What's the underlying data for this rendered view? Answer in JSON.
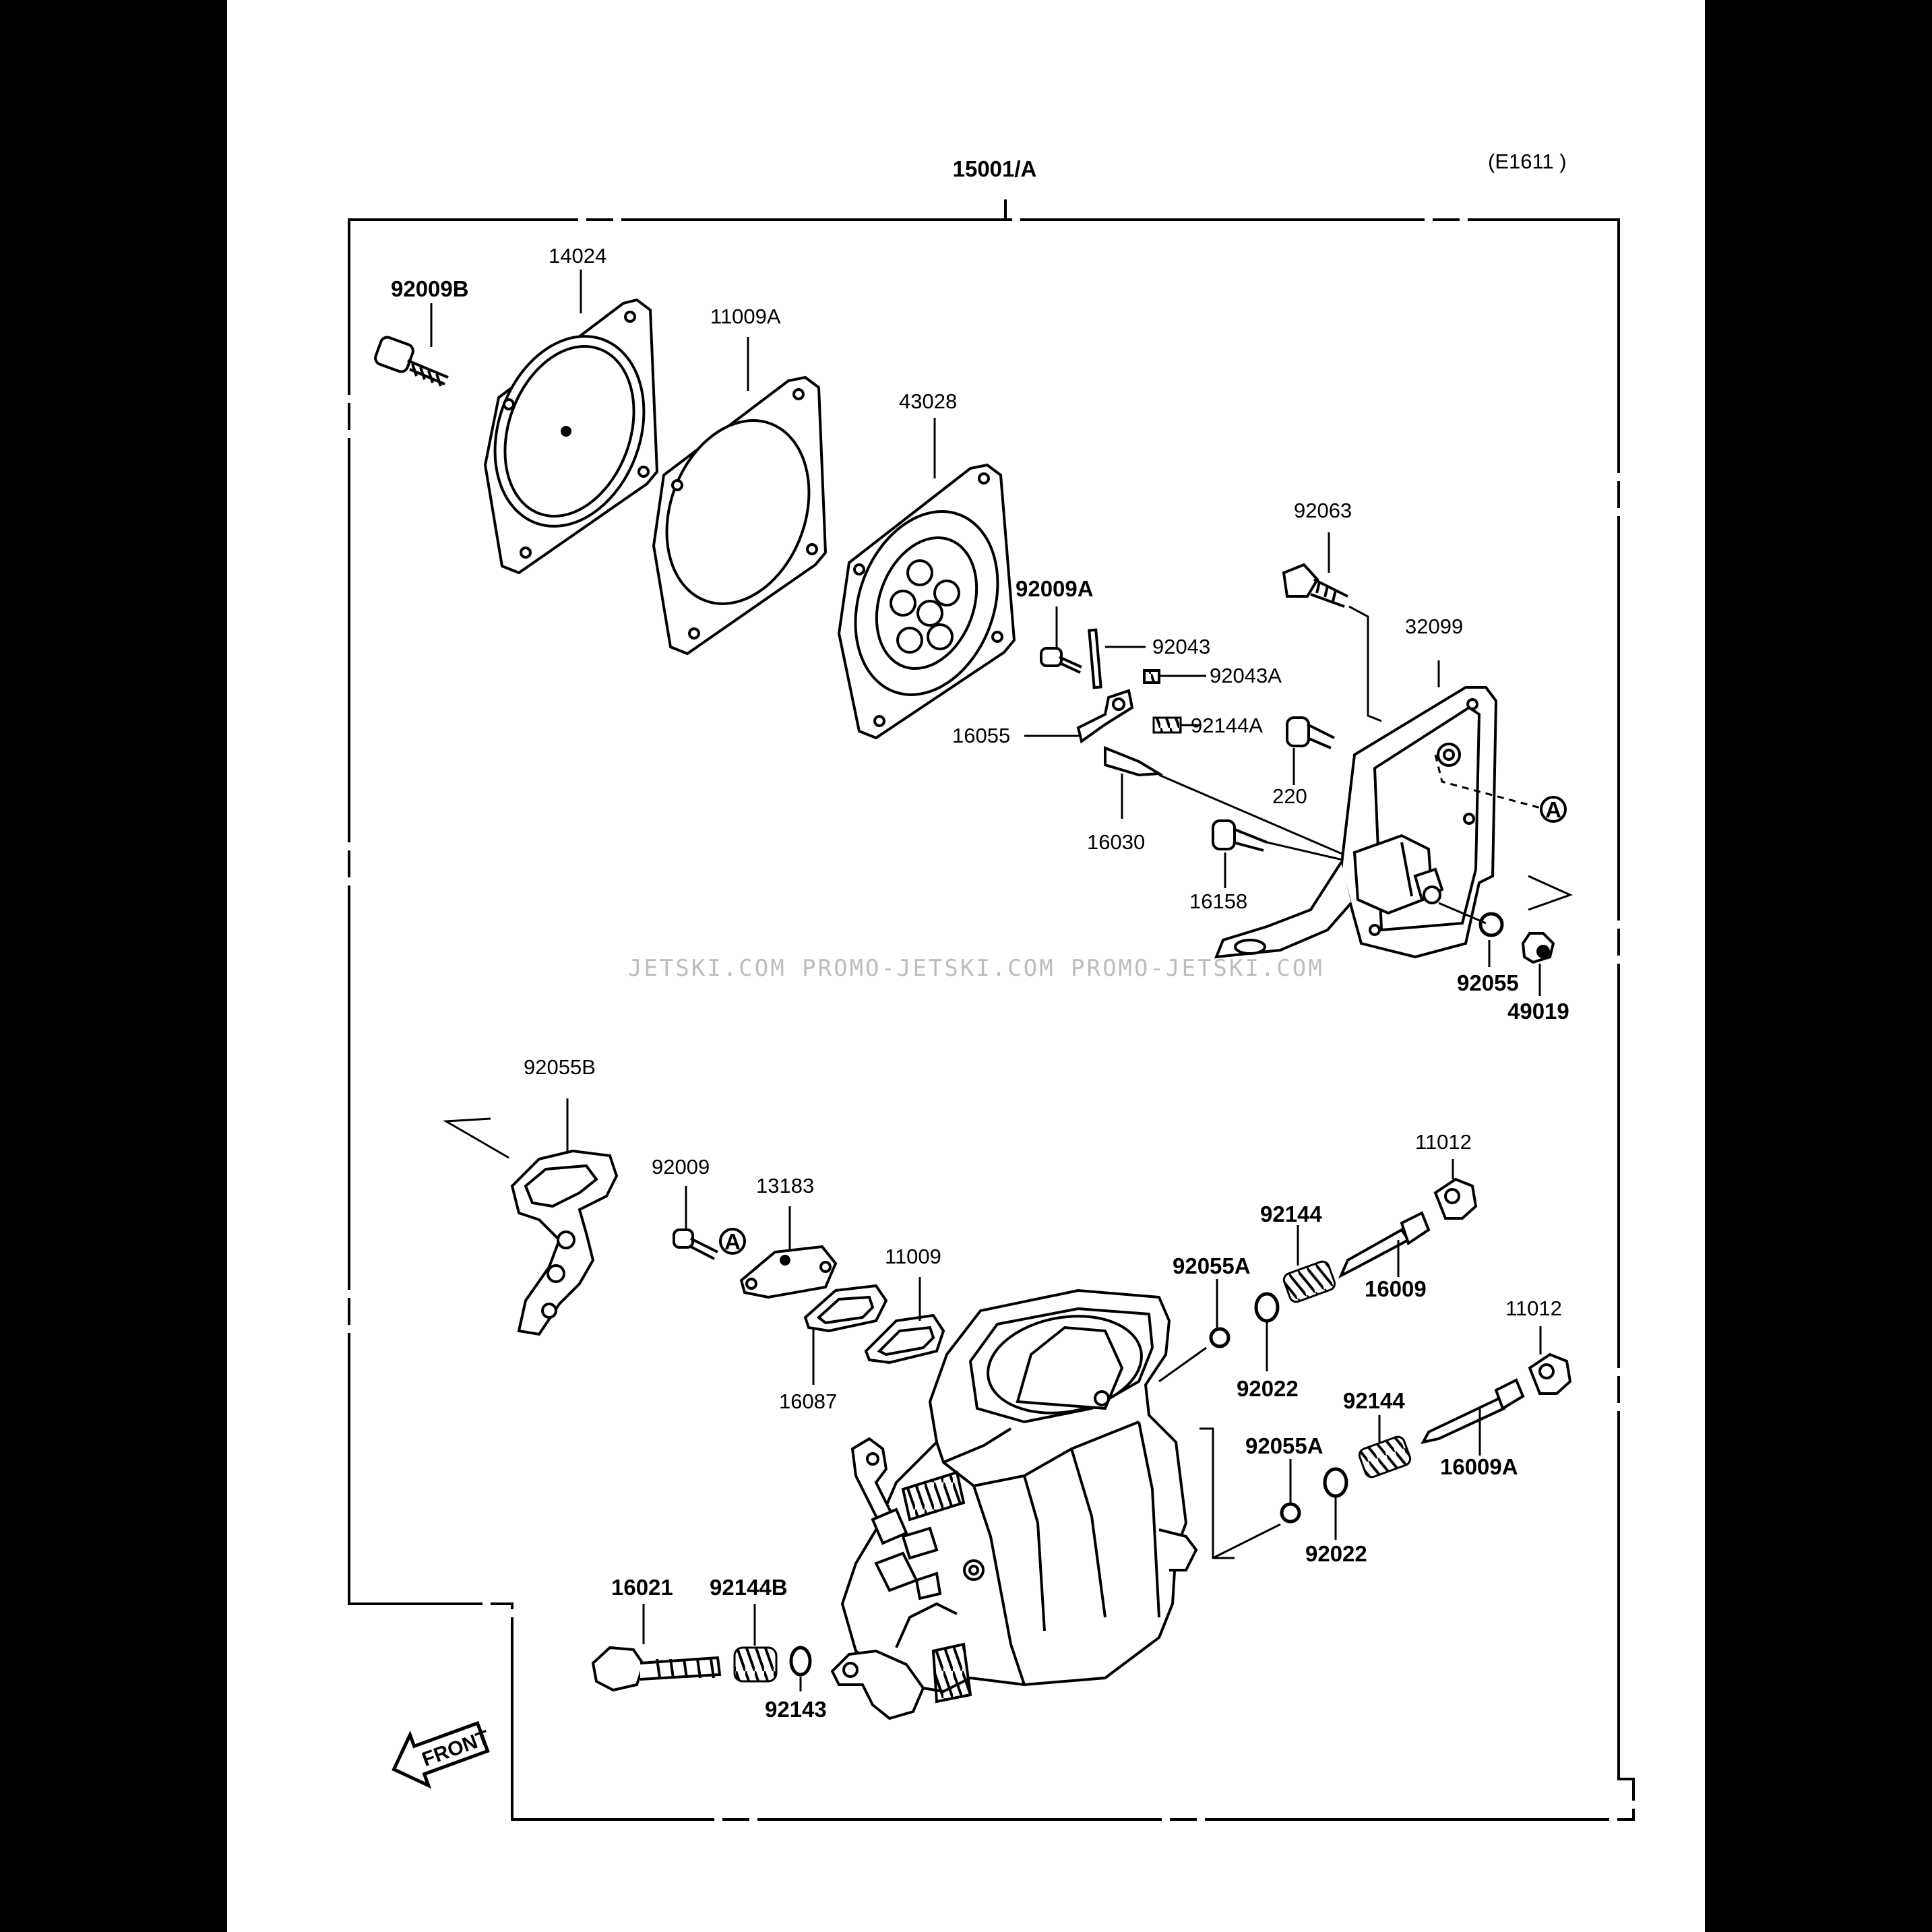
{
  "diagram": {
    "assembly_id": "15001/A",
    "page_code": "(E1611 )",
    "watermark": "JETSKI.COM  PROMO-JETSKI.COM  PROMO-JETSKI.COM",
    "front_label": "FRONT",
    "ref_marker": "A",
    "parts": {
      "p92009B": "92009B",
      "p14024": "14024",
      "p11009A": "11009A",
      "p43028": "43028",
      "p92063": "92063",
      "p32099": "32099",
      "p92009A": "92009A",
      "p92043": "92043",
      "p92043A": "92043A",
      "p92144A": "92144A",
      "p16055": "16055",
      "p220": "220",
      "p16030": "16030",
      "p16158": "16158",
      "p92055": "92055",
      "p49019": "49019",
      "p92055B": "92055B",
      "p92009": "92009",
      "p13183": "13183",
      "p11009": "11009",
      "p16087": "16087",
      "p11012a": "11012",
      "p92144a": "92144",
      "p92055Aa": "92055A",
      "p16009": "16009",
      "p92022a": "92022",
      "p11012b": "11012",
      "p92144b": "92144",
      "p92055Ab": "92055A",
      "p16009A": "16009A",
      "p92022b": "92022",
      "p16021": "16021",
      "p92144B": "92144B",
      "p92143": "92143"
    }
  }
}
